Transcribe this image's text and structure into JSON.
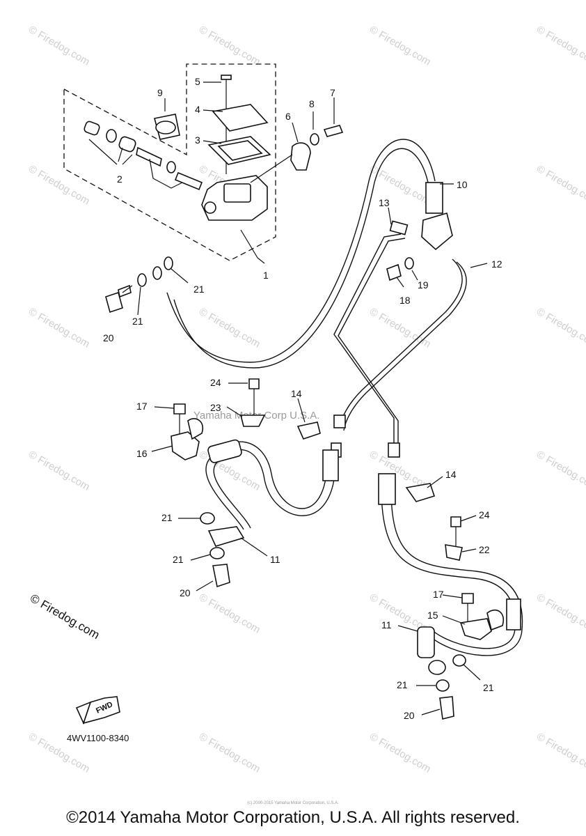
{
  "diagram": {
    "labels": [
      "1",
      "2",
      "3",
      "4",
      "5",
      "6",
      "7",
      "8",
      "9",
      "10",
      "11",
      "12",
      "13",
      "14",
      "15",
      "16",
      "17",
      "18",
      "19",
      "20",
      "21",
      "22",
      "23",
      "24"
    ],
    "watermark": "© Firedog.com",
    "center_watermark": "Yamaha Motor Corp U.S.A.",
    "side_mark": "© Firedog.com",
    "fwd_label": "FWD",
    "part_code": "4WV1100-8340",
    "fine_print": "(c) 2000-2015 Yamaha Motor Corporation, U.S.A.",
    "copyright": "©2014 Yamaha Motor Corporation, U.S.A. All rights reserved."
  }
}
